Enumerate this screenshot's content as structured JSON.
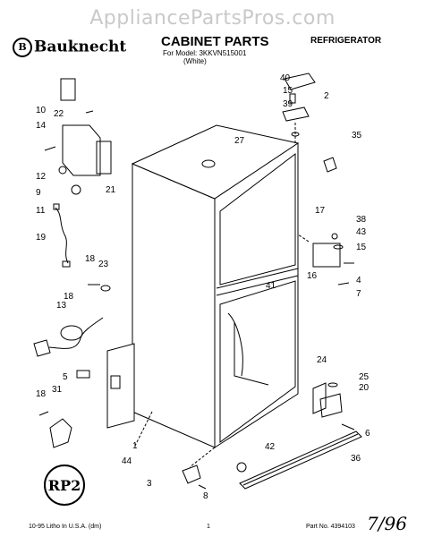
{
  "watermark": "AppliancePartsPros.com",
  "brand": "Bauknecht",
  "title": "CABINET PARTS",
  "model": "For Model: 3KKVN515001",
  "color": "(White)",
  "category": "REFRIGERATOR",
  "callouts": [
    "40",
    "15",
    "2",
    "39",
    "10",
    "22",
    "14",
    "27",
    "35",
    "12",
    "9",
    "21",
    "11",
    "19",
    "17",
    "38",
    "43",
    "15",
    "18",
    "23",
    "41",
    "16",
    "4",
    "7",
    "18",
    "13",
    "5",
    "24",
    "25",
    "20",
    "18",
    "31",
    "6",
    "1",
    "44",
    "42",
    "36",
    "3",
    "8"
  ],
  "footer": {
    "left": "10-95 Litho In U.S.A. (dm)",
    "page": "1",
    "part_no": "Part No. 4394103",
    "handwritten_date": "7/96"
  }
}
